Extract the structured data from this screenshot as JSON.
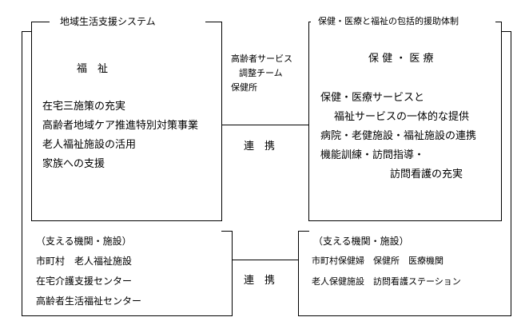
{
  "left_box": {
    "title": "地域生活支援システム",
    "heading": "福　祉",
    "items": [
      "在宅三施策の充実",
      "高齢者地域ケア推進特別対策事業",
      "老人福祉施設の活用",
      "家族への支援"
    ]
  },
  "right_box": {
    "title": "保健・医療と福祉の包括的援助体制",
    "heading": "保 健 ・ 医 療",
    "items": [
      "保健・医療サービスと",
      "福祉サービスの一体的な提供",
      "病院・老健施設・福祉施設の連携",
      "機能訓練・訪問指導・",
      "訪問看護の充実"
    ]
  },
  "middle": {
    "items": [
      "高齢者サービス",
      "調整チーム",
      "保健所"
    ],
    "link_top": "連　携",
    "link_bottom": "連　携"
  },
  "left_support": {
    "title": "（支える機関・施設）",
    "items": [
      "市町村　老人福祉施設",
      "在宅介護支援センター",
      "高齢者生活福祉センター"
    ]
  },
  "right_support": {
    "title": "（支える機関・施設）",
    "items": [
      "市町村保健婦　保健所　医療機関",
      "老人保健施設　訪問看護ステーション"
    ]
  }
}
